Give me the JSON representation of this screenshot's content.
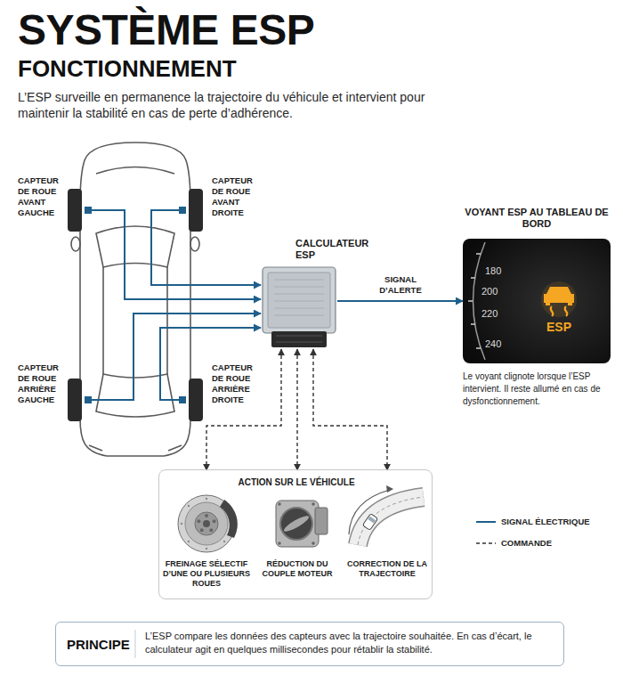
{
  "diagram": {
    "title": "SYSTÈME ESP",
    "nodes": [
      {
        "text": [
          "CAPTEUR DE ROUE AVANT GAUCHE"
        ]
      },
      {
        "text": [
          "CAPTEUR DE ROUE AVANT DROITE"
        ]
      },
      {
        "text": [
          "CAPTEUR DE ROUE ARRIÈRE GAUCHE"
        ]
      },
      {
        "text": [
          "CAPTEUR DE ROUE ARRIÈRE DROITE"
        ]
      },
      {
        "text": [
          "CALCULATEUR ESP"
        ]
      },
      {
        "text": [
          "VOYANT ESP AU TABLEAU DE BORD",
          "Le voyant clignote lorsque l’ESP intervient. Il reste allumé en cas de dysfonctionnement."
        ]
      },
      {
        "text": [
          "ACTION SUR LE VÉHICULE"
        ]
      },
      {
        "text": [
          "FREINAGE SÉLECTIF D’UNE OU PLUSIEURS ROUES"
        ],
        "in": 6
      },
      {
        "text": [
          "RÉDUCTION DU COUPLE MOTEUR"
        ],
        "in": 6
      },
      {
        "text": [
          "CORRECTION DE LA TRAJECTOIRE"
        ],
        "in": 6
      },
      {
        "text": [
          "PRINCIPE",
          "L’ESP compare les données des capteurs avec la trajectoire souhaitée. En cas d’écart, le calculateur agit en quelques millisecondes pour rétablir la stabilité."
        ]
      }
    ],
    "edges": [
      {
        "from": 0,
        "to": 4,
        "arrow": "to"
      },
      {
        "from": 1,
        "to": 4,
        "arrow": "to"
      },
      {
        "from": 2,
        "to": 4,
        "arrow": "to"
      },
      {
        "from": 3,
        "to": 4,
        "arrow": "to"
      },
      {
        "from": 4,
        "to": 5,
        "label": "SIGNAL D’ALERTE",
        "arrow": "to"
      },
      {
        "from": 4,
        "to": 7,
        "arrow": "both"
      },
      {
        "from": 4,
        "to": 8,
        "arrow": "both"
      },
      {
        "from": 4,
        "to": 9,
        "arrow": "both"
      }
    ],
    "labels": [
      "FONCTIONNEMENT",
      "L’ESP surveille en permanence la trajectoire du véhicule et intervient pour maintenir la stabilité en cas de perte d’adhérence.",
      "180",
      "200",
      "220",
      "240",
      "ESP"
    ],
    "legend": [
      {
        "text": "SIGNAL ÉLECTRIQUE"
      },
      {
        "text": "COMMANDE"
      }
    ]
  }
}
